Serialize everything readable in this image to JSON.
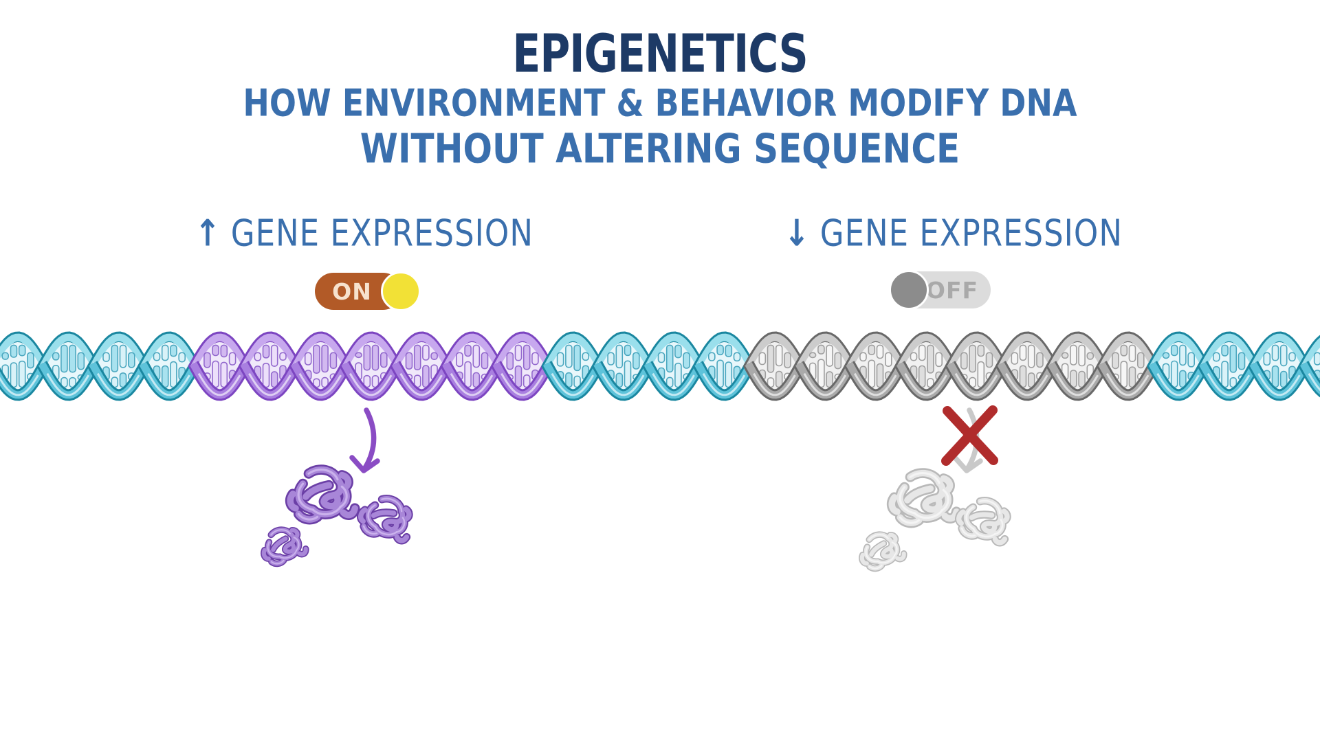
{
  "header": {
    "title": "EPIGENETICS",
    "subtitle_line1": "HOW ENVIRONMENT & BEHAVIOR MODIFY DNA",
    "subtitle_line2": "WITHOUT ALTERING SEQUENCE"
  },
  "left_panel": {
    "arrow_icon": "↑",
    "arrow_meaning": "increased",
    "label": "GENE EXPRESSION",
    "toggle": {
      "state": "on",
      "state_label": "ON"
    },
    "result": {
      "icon": "down-curved-arrow",
      "proteins": {
        "color_name": "purple",
        "count": 3
      }
    }
  },
  "right_panel": {
    "arrow_icon": "↓",
    "arrow_meaning": "decreased",
    "label": "GENE EXPRESSION",
    "toggle": {
      "state": "off",
      "state_label": "OFF"
    },
    "result": {
      "icon": "down-curved-arrow-blocked",
      "blocked_icon": "red-x-mark",
      "proteins": {
        "color_name": "gray",
        "count": 3
      }
    }
  },
  "dna": {
    "description": "double helix strip",
    "segments": [
      {
        "color": "cyan",
        "from": 0,
        "to": 270
      },
      {
        "color": "purple",
        "from": 270,
        "to": 810
      },
      {
        "color": "cyan",
        "from": 810,
        "to": 1095
      },
      {
        "color": "gray",
        "from": 1095,
        "to": 1650
      },
      {
        "color": "cyan",
        "from": 1650,
        "to": 1920
      }
    ]
  },
  "colors": {
    "title_navy": "#1d3a66",
    "subtitle_blue": "#3a6fad",
    "label_blue": "#3a6fad",
    "toggle_on_pill": "#b25a27",
    "toggle_on_text": "#f7e2cd",
    "toggle_on_knob": "#f2e136",
    "toggle_off_pill": "#dcdcdc",
    "toggle_off_text": "#a9a9a9",
    "toggle_off_knob": "#8c8c8c",
    "purple_arrow": "#8a4cc4",
    "gray_arrow": "#c9c9c9",
    "red_x": "#b02c2c",
    "dna": {
      "cyan": {
        "outline": "#1a87a0",
        "front": "#5ec3da",
        "back": "#9adfec",
        "eye": "#e8f7fb",
        "barLight": "#d9f2f8",
        "barMid": "#a9e2ef",
        "barStroke": "#4ba7bf"
      },
      "purple": {
        "outline": "#7c45c1",
        "front": "#a97fe0",
        "back": "#c7a8ee",
        "eye": "#f0e9fa",
        "barLight": "#ecdffa",
        "barMid": "#d2b9f0",
        "barStroke": "#9268cd"
      },
      "gray": {
        "outline": "#686868",
        "front": "#aaaaaa",
        "back": "#cccccc",
        "eye": "#f1f1f1",
        "barLight": "#f6f6f6",
        "barMid": "#dedede",
        "barStroke": "#9e9e9e"
      }
    },
    "protein_purple": {
      "outline": "#6b3fa6",
      "fill": "#a886d8",
      "highlight": "#cdb6ee"
    },
    "protein_gray": {
      "outline": "#b9b9b9",
      "fill": "#e7e7e7",
      "highlight": "#f5f5f5"
    }
  }
}
